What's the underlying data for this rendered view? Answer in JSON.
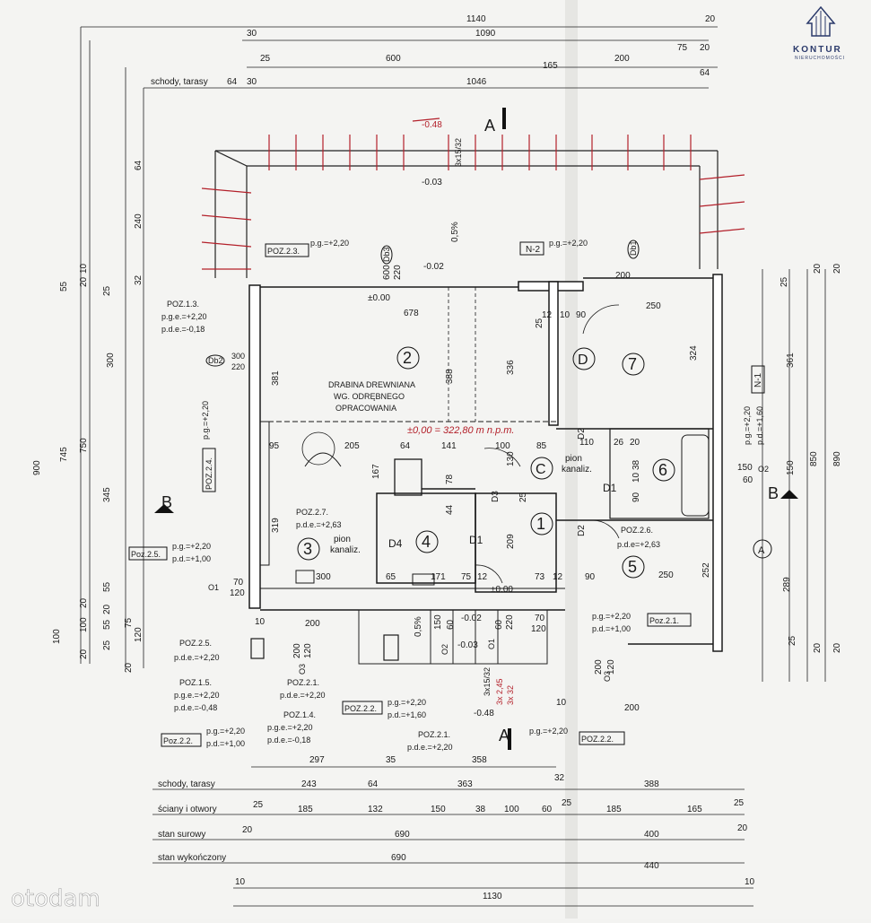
{
  "logo": {
    "name": "KONTUR",
    "sub": "NIERUCHOMOŚCI"
  },
  "watermark": "otodam",
  "dims_top": {
    "d1140": "1140",
    "d20a": "20",
    "d30a": "30",
    "d1090": "1090",
    "d75": "75",
    "d20b": "20",
    "d25": "25",
    "d600": "600",
    "d165": "165",
    "d200": "200",
    "schody": "schody, tarasy",
    "d64a": "64",
    "d30b": "30",
    "d1046": "1046",
    "d64b": "64"
  },
  "dims_left": {
    "v64": "64",
    "v240": "240",
    "v32": "32",
    "v55": "55",
    "v20": "20",
    "v10": "10",
    "v25": "25",
    "v300": "300",
    "v900": "900",
    "v745": "745",
    "v750": "750",
    "v345": "345",
    "v100a": "100",
    "v100b": "100",
    "v20b": "20",
    "v55b": "55",
    "v120": "120",
    "v75": "75",
    "v55c": "55",
    "v20c": "20",
    "v25b": "25",
    "v20d": "20",
    "v20e": "20"
  },
  "dims_right": {
    "v25": "25",
    "v361": "361",
    "v850": "850",
    "v890": "890",
    "v289": "289",
    "v25b": "25",
    "v20": "20",
    "v20b": "20",
    "v20c": "20",
    "v20d": "20",
    "v150": "150"
  },
  "dims_bottom": {
    "d297": "297",
    "d35": "35",
    "d358": "358",
    "r1_label": "schody, tarasy",
    "r1": [
      "243",
      "64",
      "363",
      "32",
      "388"
    ],
    "r2_label": "ściany i otwory",
    "r2": [
      "25",
      "185",
      "132",
      "150",
      "38",
      "100",
      "60",
      "25",
      "185",
      "165",
      "25"
    ],
    "r3_label": "stan surowy",
    "r3": [
      "20",
      "690",
      "400",
      "20"
    ],
    "r4_label": "stan wykończony",
    "r4": [
      "690",
      "440"
    ],
    "r5": [
      "10",
      "1130",
      "10"
    ]
  },
  "levels": {
    "m048_top": "-0.48",
    "m003_top": "-0.03",
    "m002_top": "-0.02",
    "pm000": "±0.00",
    "slope1": "0,5%",
    "slope2": "0,5%",
    "pm000b": "±0.00",
    "m002b": "-0.02",
    "m003b": "-0.03",
    "m048b": "-0.48"
  },
  "markers": {
    "A": "A",
    "B": "B",
    "C": "C",
    "D": "D",
    "D1": "D1",
    "D1b": "D1",
    "D2": "D2",
    "D2b": "D2",
    "D3": "D3",
    "D4": "D4",
    "N1": "N-1",
    "N2": "N-2",
    "Db1": "Db1",
    "Db2": "Db2",
    "Db3": "Db3",
    "O1": "O1",
    "O1b": "O1",
    "O2": "O2",
    "O2b": "O2",
    "O3": "O3",
    "O3b": "O3"
  },
  "rooms": [
    "1",
    "2",
    "3",
    "4",
    "5",
    "6",
    "7"
  ],
  "notes": {
    "drabina": [
      "DRABINA DREWNIANA",
      "WG. ODRĘBNEGO",
      "OPRACOWANIA"
    ],
    "red_level": "±0,00 = 322,80 m n.p.m.",
    "pion1": [
      "pion",
      "kanaliz."
    ],
    "pion2": [
      "pion",
      "kanaliz."
    ],
    "stairs": "3x15/32",
    "stairs2": "3x15/32",
    "stairs_red": "3x 2,45",
    "stairs_red2": "3x 32"
  },
  "positions": {
    "poz233": {
      "tag": "POZ.2.3.",
      "t1": "p.g.=+2,20"
    },
    "n2": {
      "t1": "p.g.=+2,20"
    },
    "poz13": {
      "tag": "POZ.1.3.",
      "t1": "p.g.e.=+2,20",
      "t2": "p.d.e.=-0,18"
    },
    "db2": {
      "t1": "300",
      "t2": "220"
    },
    "poz24": {
      "tag": "POZ.2.4.",
      "t1": "p.g.=+2,20"
    },
    "poz27": {
      "tag": "POZ.2.7.",
      "t1": "p.d.e.=+2,63"
    },
    "poz25": {
      "tag": "Poz.2.5.",
      "t1": "p.g.=+2,20",
      "t2": "p.d.=+1,00"
    },
    "poz25b": {
      "tag": "POZ.2.5.",
      "t1": "p.d.e.=+2,20"
    },
    "poz15": {
      "tag": "POZ.1.5.",
      "t1": "p.g.e.=+2,20",
      "t2": "p.d.e.=-0,48"
    },
    "poz22a": {
      "tag": "Poz.2.2.",
      "t1": "p.g.=+2,20",
      "t2": "p.d.=+1,00"
    },
    "poz21a": {
      "tag": "POZ.2.1.",
      "t1": "p.d.e.=+2,20"
    },
    "poz14": {
      "tag": "POZ.1.4.",
      "t1": "p.g.e.=+2,20",
      "t2": "p.d.e.=-0,18"
    },
    "poz22b": {
      "tag": "POZ.2.2.",
      "t1": "p.g.=+2,20",
      "t2": "p.d.=+1,60"
    },
    "poz21b": {
      "tag": "POZ.2.1.",
      "t1": "p.d.e.=+2,20"
    },
    "poz22c": {
      "tag": "POZ.2.2.",
      "t1": "p.g.=+2,20"
    },
    "poz21c": {
      "tag": "Poz.2.1.",
      "t1": "p.g.=+2,20",
      "t2": "p.d.=+1,00"
    },
    "poz26": {
      "tag": "POZ.2.6.",
      "t1": "p.d.e=+2,63"
    },
    "n1": {
      "t1": "p.g.=+2,20",
      "t2": "p.d.=+1,60"
    }
  },
  "interior_dims": {
    "d678": "678",
    "d381": "381",
    "d388": "388",
    "d336": "336",
    "d319": "319",
    "d95": "95",
    "d205": "205",
    "d64": "64",
    "d141": "141",
    "d100": "100",
    "d85": "85",
    "d130": "130",
    "d167": "167",
    "d78": "78",
    "d44": "44",
    "d209": "209",
    "d250a": "250",
    "d324": "324",
    "d12a": "12",
    "d10": "10",
    "d90a": "90",
    "d110": "110",
    "d26": "26",
    "d20": "20",
    "d38": "38",
    "d10b": "10",
    "d90b": "90",
    "d252": "252",
    "d250b": "250",
    "d300": "300",
    "d65": "65",
    "d171": "171",
    "d75": "75",
    "d12b": "12",
    "d73": "73",
    "d12c": "12",
    "d90c": "90",
    "d70a": "70",
    "d120a": "120",
    "d70b": "70",
    "d120b": "120",
    "d200": "200",
    "d10c": "10",
    "d200b": "200",
    "d10d": "10",
    "d150": "150",
    "d60a": "60",
    "d60b": "60",
    "d220a": "220",
    "d200c": "200",
    "d120c": "120",
    "d200d": "200",
    "d120d": "120",
    "d600": "600",
    "d220b": "220",
    "d150b": "150",
    "d60c": "60",
    "d25a": "25",
    "d25b": "25"
  }
}
